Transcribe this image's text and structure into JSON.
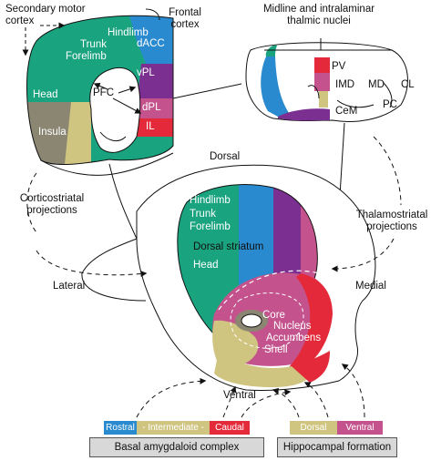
{
  "colors": {
    "green": "#1aa37f",
    "blue": "#2a8ad0",
    "purple": "#7b2f91",
    "pink": "#c4538d",
    "red": "#e42a3a",
    "khaki": "#cfc480",
    "olive": "#8b8672",
    "grey": "#d8d8d8"
  },
  "labels": {
    "secondary_motor_cortex": [
      "Secondary motor",
      "cortex"
    ],
    "frontal_cortex": [
      "Frontal",
      "cortex"
    ],
    "midline_nuclei": [
      "Midline and intralaminar",
      "thalmic nuclei"
    ],
    "cortex_regions": {
      "hindlimb": "Hindlimb",
      "trunk": "Trunk",
      "forelimb": "Forelimb",
      "head": "Head",
      "insula": "Insula",
      "pfc": "PFC",
      "dacc": "dACC",
      "vpl": "vPL",
      "dpl": "dPL",
      "il": "IL"
    },
    "thalamus_regions": {
      "pv": "PV",
      "imd": "IMD",
      "md": "MD",
      "cl": "CL",
      "pc": "PC",
      "cem": "CeM"
    },
    "directions": {
      "dorsal": "Dorsal",
      "lateral": "Lateral",
      "medial": "Medial",
      "ventral": "Ventral"
    },
    "projections": {
      "corticostriatal": [
        "Corticostriatal",
        "projections"
      ],
      "thalamostriatal": [
        "Thalamostriatal",
        "projections"
      ]
    },
    "striatum_regions": {
      "hindlimb": "Hindlimb",
      "trunk": "Trunk",
      "forelimb": "Forelimb",
      "dorsal_striatum": "Dorsal striatum",
      "head": "Head",
      "core": "Core",
      "nucleus": "Nucleus",
      "accumbens": "Accumbens",
      "shell": "Shell"
    }
  },
  "legend": {
    "amygdala": {
      "swatches": [
        "Rostral",
        "- Intermediate -",
        "Caudal"
      ],
      "label": "Basal amygdaloid complex"
    },
    "hippocampus": {
      "swatches": [
        "Dorsal",
        "Ventral"
      ],
      "label": "Hippocampal formation"
    }
  }
}
